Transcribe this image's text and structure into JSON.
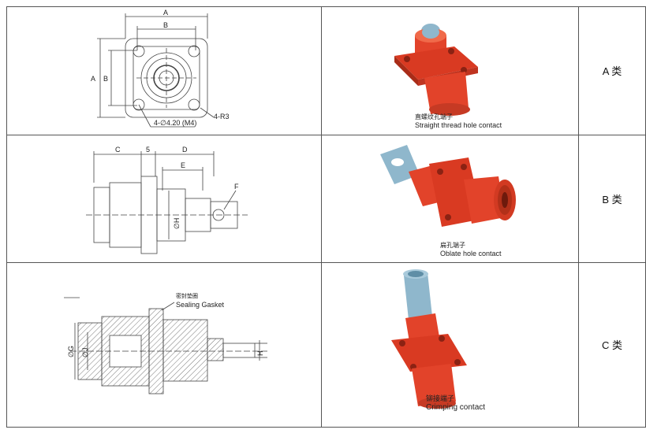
{
  "rows": [
    {
      "class_label": "A 类",
      "caption_zh": "直螺纹孔端子",
      "caption_en": "Straight thread hole contact",
      "dims": {
        "a": "A",
        "b": "B",
        "hole": "4-∅4.20 (M4)",
        "radius": "4-R3"
      }
    },
    {
      "class_label": "B 类",
      "caption_zh": "扁孔端子",
      "caption_en": "Oblate hole contact",
      "dims": {
        "c": "C",
        "five": "5",
        "d": "D",
        "e": "E",
        "f": "F",
        "h": "∅H"
      }
    },
    {
      "class_label": "C 类",
      "caption_zh": "铆接端子",
      "caption_en": "Crimping contact",
      "dims": {
        "gasket_zh": "密封垫圈",
        "gasket_en": "Sealing  Gasket",
        "g": "∅G",
        "j": "∅J",
        "h": "H"
      }
    }
  ],
  "colors": {
    "housing": "#e2432a",
    "housing_dark": "#b8321d",
    "pin": "#8fb7cc",
    "line": "#444444"
  }
}
